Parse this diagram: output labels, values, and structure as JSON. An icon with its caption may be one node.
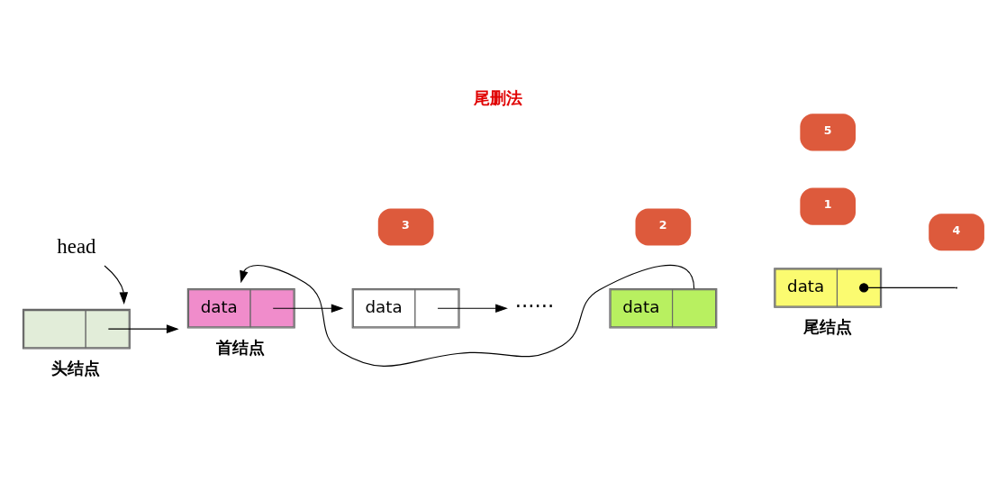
{
  "diagram": {
    "title": "尾删法",
    "nodes": [
      {
        "text": [
          "head"
        ]
      },
      {
        "text": [],
        "shape": "box",
        "beside": [
          "头结点"
        ]
      },
      {
        "text": [
          "data"
        ],
        "beside": [
          "首结点"
        ]
      },
      {
        "text": [
          "data"
        ]
      },
      {
        "text": [
          "······"
        ]
      },
      {
        "text": [
          "data"
        ]
      },
      {
        "text": [
          "data"
        ],
        "beside": [
          "尾结点"
        ]
      }
    ],
    "edges": [
      {
        "from": 0,
        "to": 1,
        "arrow": "to"
      },
      {
        "from": 1,
        "to": 2,
        "arrow": "to"
      },
      {
        "from": 2,
        "to": 3,
        "arrow": "to"
      },
      {
        "from": 3,
        "to": 4,
        "arrow": "to"
      },
      {
        "from": 5,
        "to": 2,
        "arrow": "to"
      },
      {
        "from": 6,
        "to": null,
        "arrow": "other"
      }
    ],
    "labels": [
      "3",
      "2",
      "1",
      "4",
      "5"
    ]
  }
}
